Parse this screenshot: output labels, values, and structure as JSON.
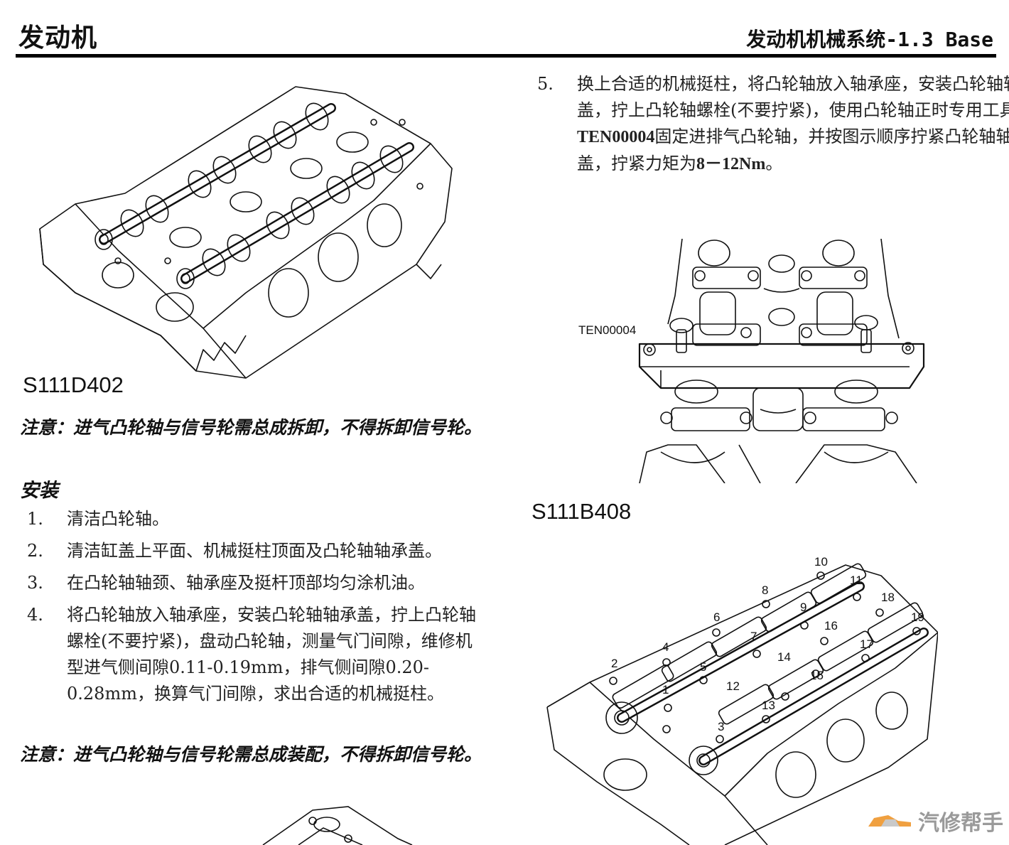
{
  "header": {
    "left_title": "发动机",
    "right_title": "发动机机械系统-1.3 Base"
  },
  "figures": {
    "fig1_label": "S111D402",
    "fig2_label": "S111B408",
    "tool_label": "TEN00004",
    "bolt_order_numbers": [
      "1",
      "2",
      "3",
      "4",
      "5",
      "6",
      "7",
      "8",
      "9",
      "10",
      "11",
      "12",
      "13",
      "14",
      "15",
      "16",
      "17",
      "18",
      "19"
    ]
  },
  "notes": {
    "note1": "注意：进气凸轮轴与信号轮需总成拆卸，不得拆卸信号轮。",
    "note2": "注意：进气凸轮轴与信号轮需总成装配，不得拆卸信号轮。"
  },
  "install": {
    "title": "安装",
    "steps": [
      {
        "num": "1.",
        "text": "清洁凸轮轴。"
      },
      {
        "num": "2.",
        "text": "清洁缸盖上平面、机械挺柱顶面及凸轮轴轴承盖。"
      },
      {
        "num": "3.",
        "text": "在凸轮轴轴颈、轴承座及挺杆顶部均匀涂机油。"
      },
      {
        "num": "4.",
        "text": "将凸轮轴放入轴承座，安装凸轮轴轴承盖，拧上凸轮轴螺栓(不要拧紧)，盘动凸轮轴，测量气门间隙，维修机型进气侧间隙0.11-0.19mm，排气侧间隙0.20-0.28mm，换算气门间隙，求出合适的机械挺柱。"
      }
    ],
    "step5": {
      "num": "5.",
      "text_a": "换上合适的机械挺柱，将凸轮轴放入轴承座，安装凸轮轴轴承盖，拧上凸轮轴螺栓(不要拧紧)，使用凸轮轴正时专用工具",
      "tool": "TEN00004",
      "text_b": "固定进排气凸轮轴，并按图示顺序拧紧凸轮轴轴承盖，拧紧力矩为",
      "torque": "8－12Nm",
      "text_c": "。"
    }
  },
  "watermark": {
    "text": "汽修帮手"
  }
}
